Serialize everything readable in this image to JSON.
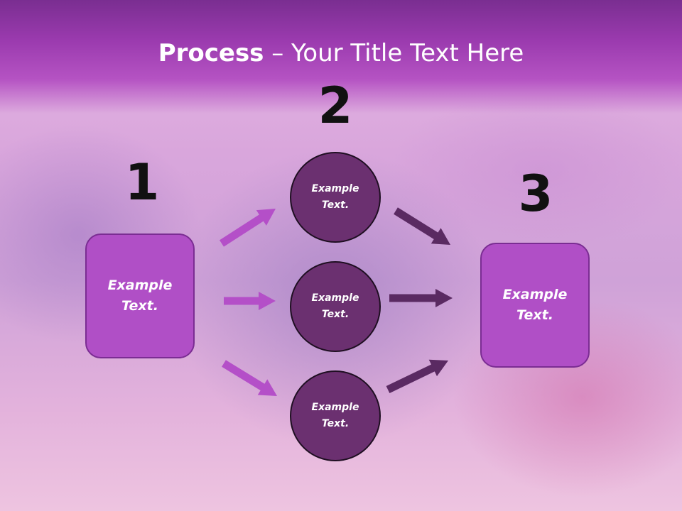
{
  "slide": {
    "title_bold": "Process",
    "title_rest": " – Your Title Text Here",
    "step_numbers": [
      "1",
      "2",
      "3"
    ],
    "left_box": "Example Text.",
    "circles": [
      "Example Text.",
      "Example Text.",
      "Example Text."
    ],
    "right_box": "Example Text."
  },
  "colors": {
    "box_fill": "#b04fc6",
    "circle_fill": "#6b3070",
    "arrow_left": "#b44fc8",
    "arrow_right": "#5a2a62",
    "header": "#9a3aae"
  }
}
